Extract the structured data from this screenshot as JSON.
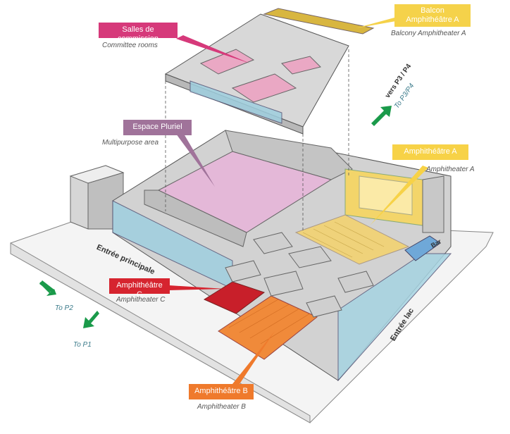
{
  "labels": {
    "salles": {
      "title": "Salles de commission",
      "subtitle": "Committee rooms",
      "color": "#d6397a"
    },
    "balcon": {
      "title_line1": "Balcon",
      "title_line2": "Amphithéâtre A",
      "subtitle": "Balcony Amphitheater A",
      "color": "#f5d24a"
    },
    "espace": {
      "title": "Espace Pluriel",
      "subtitle": "Multipurpose area",
      "color": "#a0739a"
    },
    "amphiA": {
      "title": "Amphithéâtre A",
      "subtitle": "Amphitheater A",
      "color": "#f7d247"
    },
    "amphiC": {
      "title": "Amphithéâtre C",
      "subtitle": "Amphitheater C",
      "color": "#d6242f"
    },
    "amphiB": {
      "title": "Amphithéâtre B",
      "subtitle": "Amphitheater B",
      "color": "#ef7a2c"
    }
  },
  "directions": {
    "p3p4_fr": "vers P3 / P4",
    "p3p4_en": "To P3/P4",
    "p2": "To P2",
    "p1": "To P1"
  },
  "entrances": {
    "principale": "Entrée principale",
    "lac": "Entrée lac",
    "bar": "Bar"
  },
  "colors": {
    "arrow": "#1a9a4a",
    "building": "#c8c8c8",
    "pink_area": "#e6b8d6",
    "yellow_seats": "#f0d27a",
    "glass": "#8fc6d8"
  }
}
